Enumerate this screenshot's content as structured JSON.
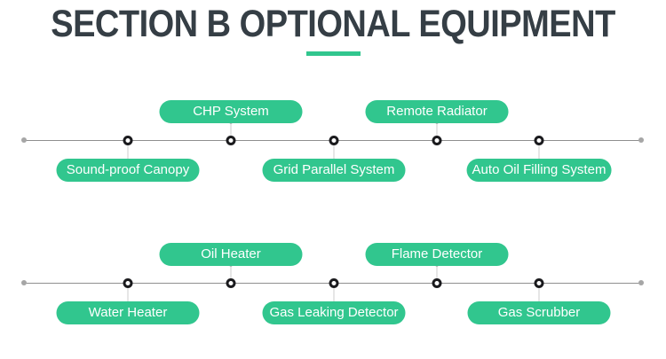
{
  "title": {
    "text": "SECTION B OPTIONAL EQUIPMENT"
  },
  "colors": {
    "accent_green": "#31c68e",
    "title_text": "#353e45",
    "timeline_line": "#8f8f8f",
    "node_border": "#1a1a1d",
    "pill_text": "#ffffff"
  },
  "timelines": [
    {
      "top_items": [
        {
          "label": "CHP System"
        },
        {
          "label": "Remote Radiator"
        }
      ],
      "bottom_items": [
        {
          "label": "Sound-proof Canopy"
        },
        {
          "label": "Grid Parallel System"
        },
        {
          "label": "Auto Oil Filling System"
        }
      ]
    },
    {
      "top_items": [
        {
          "label": "Oil Heater"
        },
        {
          "label": "Flame Detector"
        }
      ],
      "bottom_items": [
        {
          "label": "Water Heater"
        },
        {
          "label": "Gas Leaking Detector"
        },
        {
          "label": "Gas Scrubber"
        }
      ]
    }
  ]
}
